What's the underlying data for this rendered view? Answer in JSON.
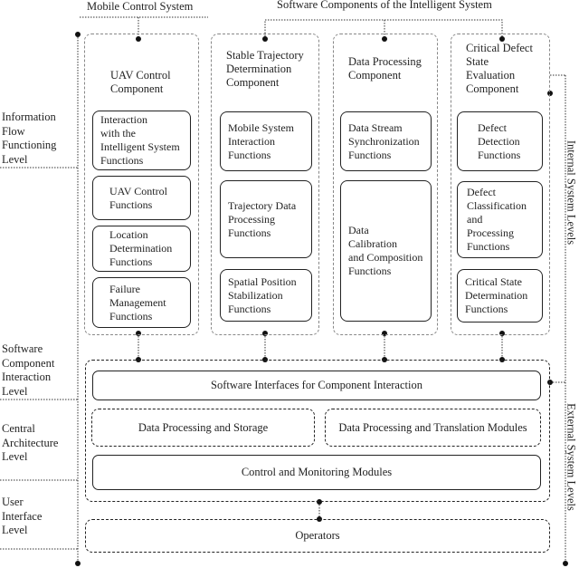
{
  "groups": {
    "mobile_control_system": "Mobile Control System",
    "software_components": "Software Components of the Intelligent System"
  },
  "side_groups": {
    "internal": "Internal System Levels",
    "external": "External System Levels"
  },
  "levels": [
    "Information\nFlow\nFunctioning\nLevel",
    "Software\nComponent\nInteraction\nLevel",
    "Central\nArchitecture\nLevel",
    "User\nInterface\nLevel"
  ],
  "components": [
    {
      "title": "UAV Control\nComponent",
      "functions": [
        "Interaction\nwith the\nIntelligent System\nFunctions",
        "UAV Control\nFunctions",
        "Location\nDetermination\nFunctions",
        "Failure\nManagement\nFunctions"
      ]
    },
    {
      "title": "Stable Trajectory\nDetermination\nComponent",
      "functions": [
        "Mobile System\nInteraction\nFunctions",
        "Trajectory Data\nProcessing\nFunctions",
        "Spatial Position\nStabilization\nFunctions"
      ]
    },
    {
      "title": "Data Processing\nComponent",
      "functions": [
        "Data Stream\nSynchronization\nFunctions",
        "Data\nCalibration\nand Composition\nFunctions"
      ]
    },
    {
      "title": "Critical Defect\nState\nEvaluation\nComponent",
      "functions": [
        "Defect\nDetection\nFunctions",
        "Defect\nClassification\nand\nProcessing\nFunctions",
        "Critical State\nDetermination\nFunctions"
      ]
    }
  ],
  "architecture": {
    "interfaces": "Software Interfaces for Component Interaction",
    "storage": "Data Processing and Storage",
    "translation": "Data Processing and Translation Modules",
    "control": "Control and Monitoring Modules"
  },
  "operators": "Operators"
}
